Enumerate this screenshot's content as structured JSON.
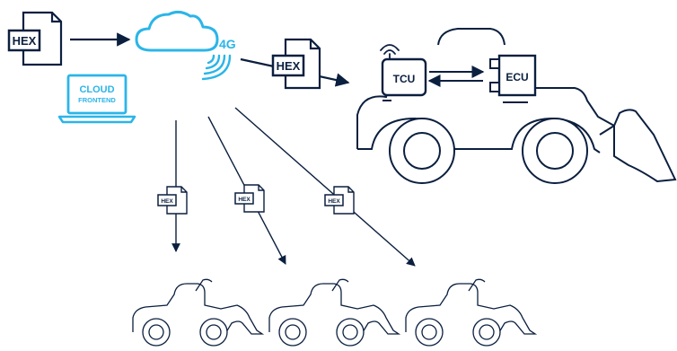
{
  "labels": {
    "hex": "HEX",
    "cloud_network": "4G",
    "frontend_line1": "CLOUD",
    "frontend_line2": "FRONTEND",
    "tcu": "TCU",
    "ecu": "ECU"
  },
  "icons": {
    "source_file": "document-icon",
    "cloud": "cloud-icon",
    "signal": "wireless-signal-icon",
    "laptop": "laptop-icon",
    "tcu": "telematics-unit-icon",
    "ecu": "control-unit-icon",
    "vehicle": "wheel-loader-icon"
  },
  "colors": {
    "ink": "#0b1f3f",
    "accent": "#2bb5e8",
    "background": "#ffffff"
  },
  "fleet_count": 3
}
